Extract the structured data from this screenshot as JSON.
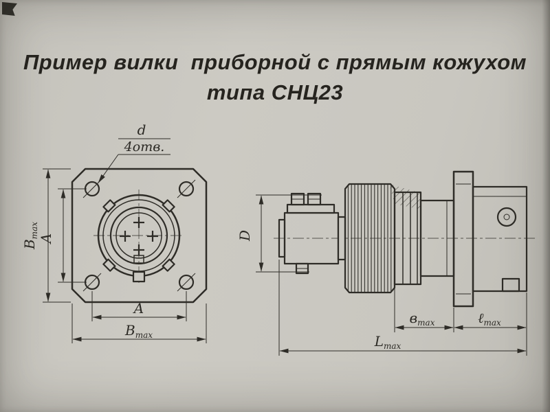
{
  "title": {
    "line1": "Пример вилки  приборной с прямым кожухом",
    "line2": "типа СНЦ23"
  },
  "front_view": {
    "leader": {
      "diameter_label": "d",
      "holes_note": "4отв."
    },
    "dim_height_outer": {
      "letter": "B",
      "suffix": "max"
    },
    "dim_height_inner": {
      "letter": "A",
      "suffix": ""
    },
    "dim_width_inner": {
      "letter": "A",
      "suffix": ""
    },
    "dim_width_outer": {
      "letter": "B",
      "suffix": "max"
    }
  },
  "side_view": {
    "dim_diameter": {
      "letter": "D",
      "suffix": ""
    },
    "dim_rear": {
      "letter": "в",
      "suffix": "max"
    },
    "dim_front": {
      "letter": "ℓ",
      "suffix": "max"
    },
    "dim_total": {
      "letter": "L",
      "suffix": "max"
    }
  },
  "colors": {
    "paper": "#c9c7c0",
    "ink": "#2e2c27"
  }
}
